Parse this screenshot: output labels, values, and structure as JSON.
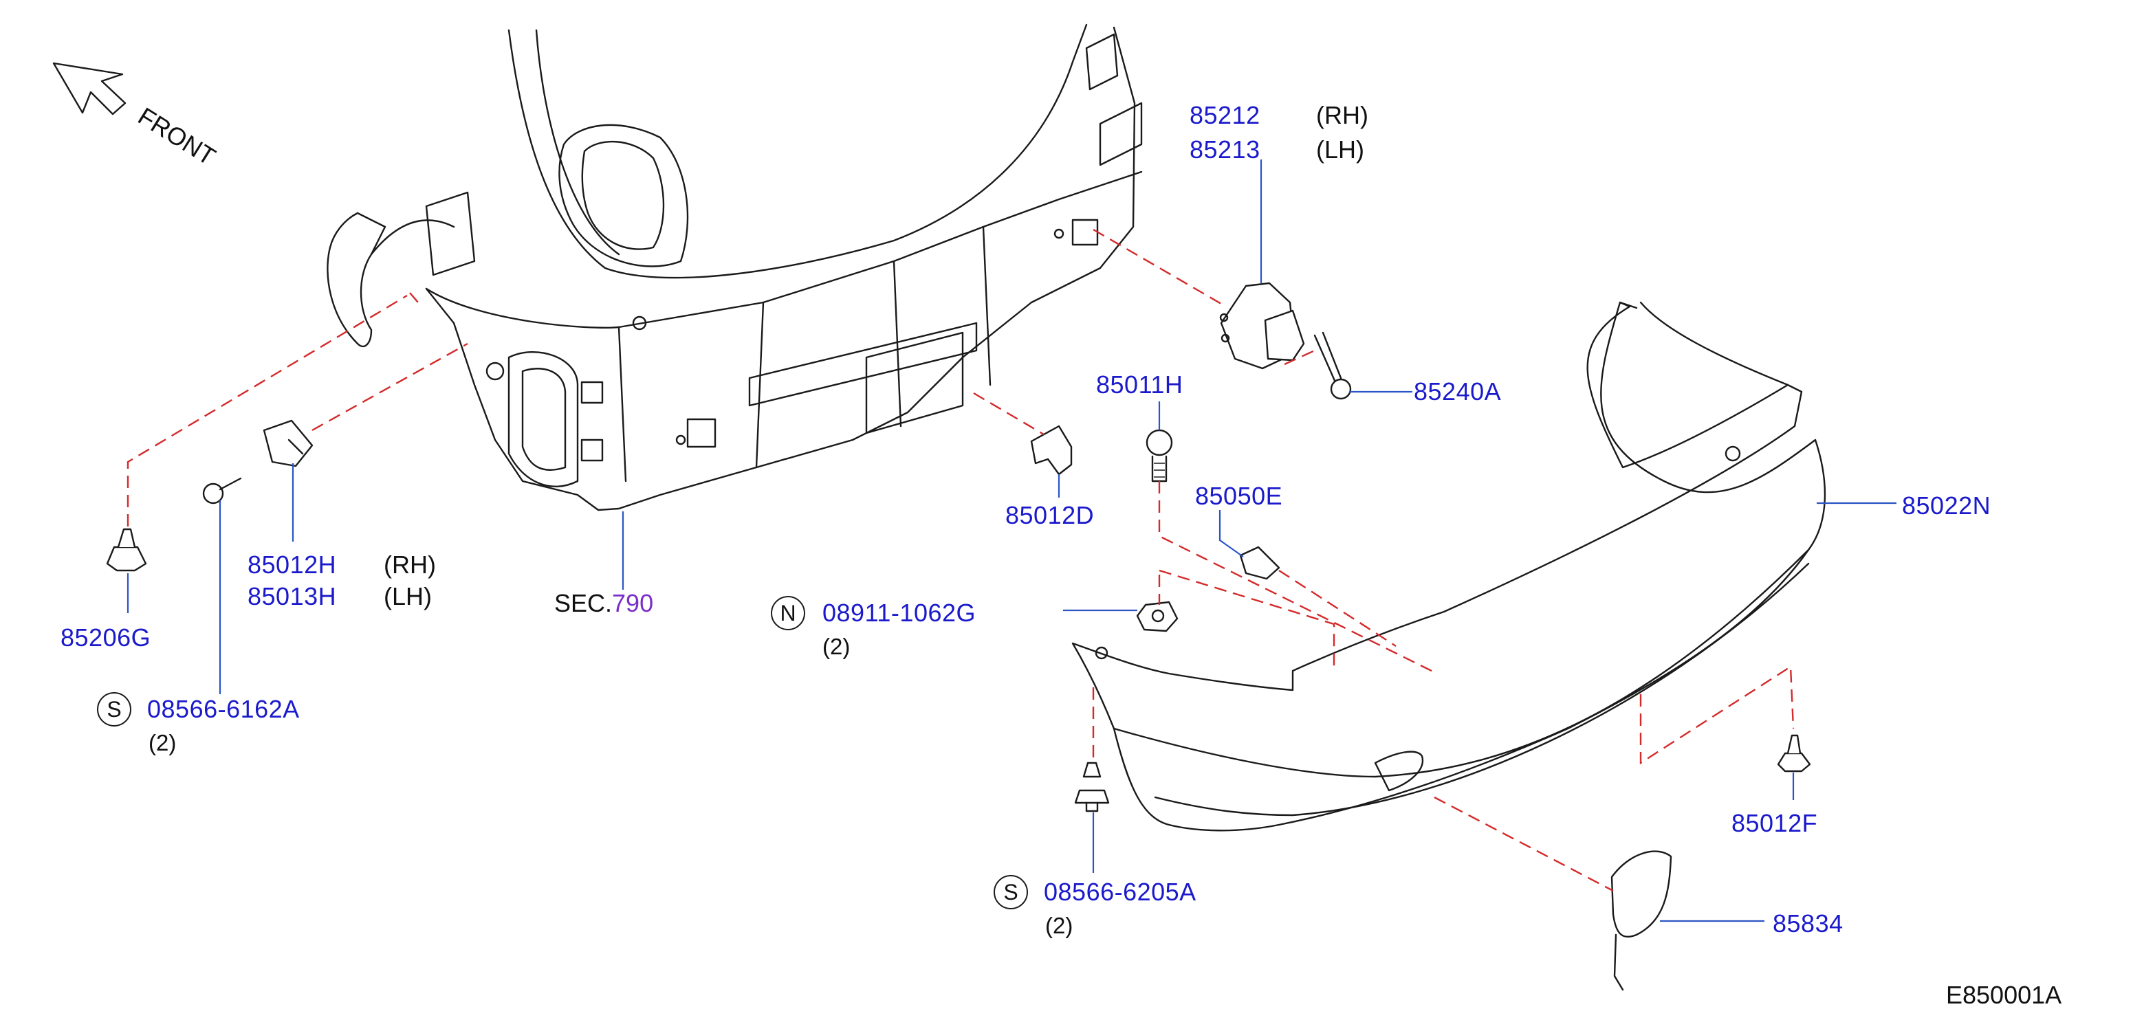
{
  "direction_label": "FRONT",
  "diagram_id": "E850001A",
  "section_ref": {
    "prefix": "SEC.",
    "number": "790"
  },
  "parts": {
    "p85212": {
      "number": "85212",
      "side": "(RH)"
    },
    "p85213": {
      "number": "85213",
      "side": "(LH)"
    },
    "p85240A": {
      "number": "85240A"
    },
    "p85011H": {
      "number": "85011H"
    },
    "p85050E": {
      "number": "85050E"
    },
    "p85022N": {
      "number": "85022N"
    },
    "p85012D": {
      "number": "85012D"
    },
    "p85012H": {
      "number": "85012H",
      "side": "(RH)"
    },
    "p85013H": {
      "number": "85013H",
      "side": "(LH)"
    },
    "p85206G": {
      "number": "85206G"
    },
    "p85012F": {
      "number": "85012F"
    },
    "p85834": {
      "number": "85834"
    }
  },
  "fasteners": {
    "f1": {
      "symbol": "S",
      "number": "08566-6162A",
      "qty": "(2)"
    },
    "f2": {
      "symbol": "N",
      "number": "08911-1062G",
      "qty": "(2)"
    },
    "f3": {
      "symbol": "S",
      "number": "08566-6205A",
      "qty": "(2)"
    }
  },
  "colors": {
    "part_number": "#1a1acc",
    "leader": "#2b55c4",
    "dash": "#d42a2a",
    "section": "#7a2fc8"
  }
}
